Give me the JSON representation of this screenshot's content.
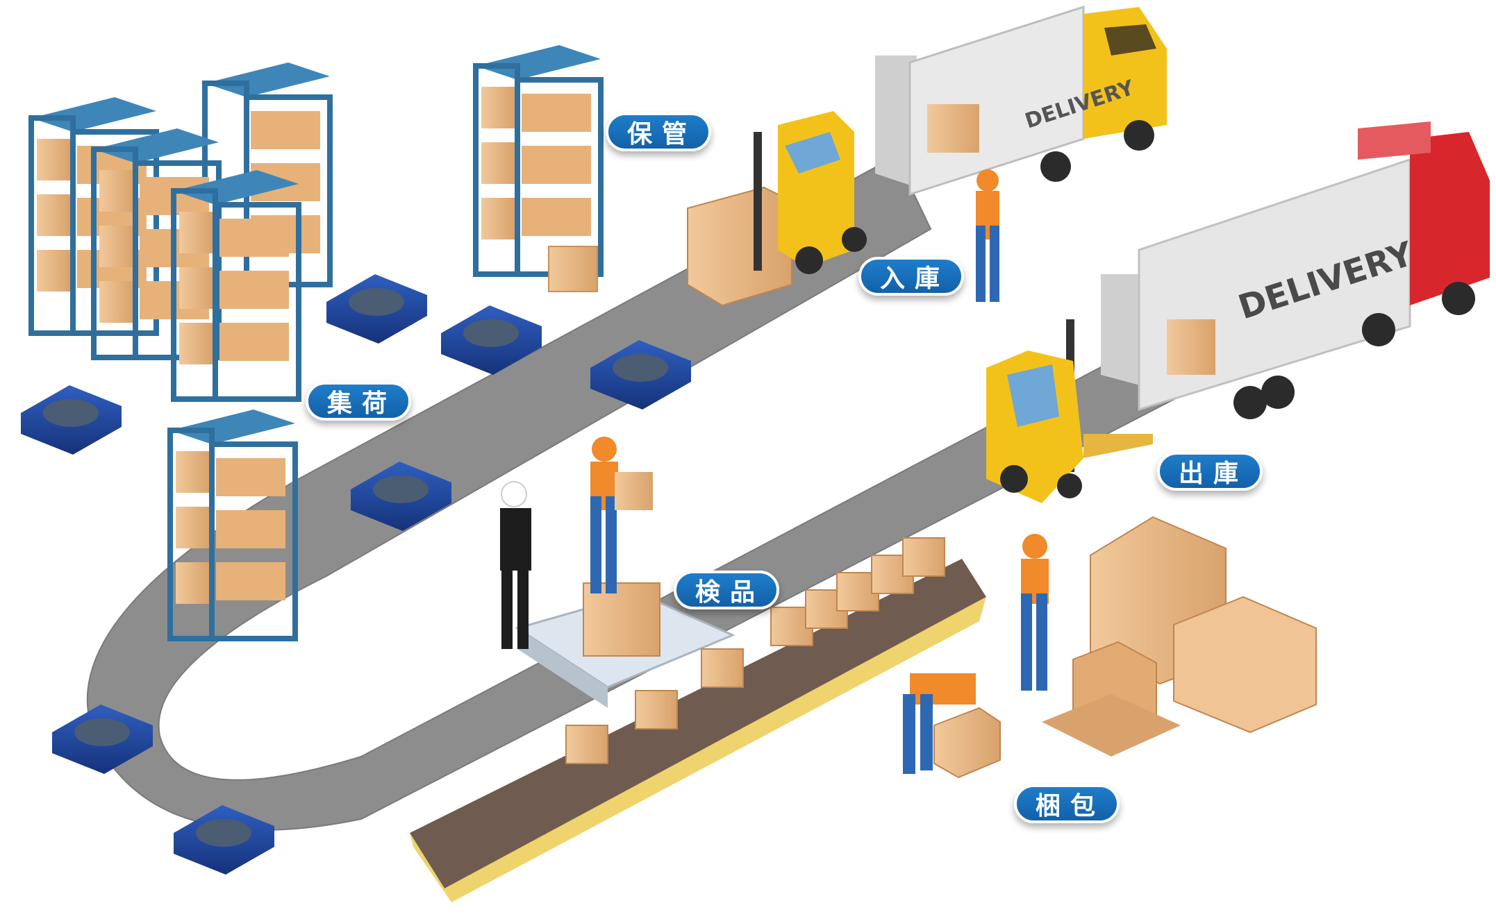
{
  "truck_text": "DELIVERY",
  "colors": {
    "belt": "#8a8a8a",
    "rack_frame": "#3d7fae",
    "box": "#e8b98a",
    "agv": "#1d3f8f",
    "truck_yellow": "#f3c21a",
    "truck_red": "#d8262d",
    "label_blue": "#1565b4"
  },
  "labels": {
    "storage": "保管",
    "receiving": "入庫",
    "picking": "集荷",
    "shipping": "出庫",
    "inspection": "検品",
    "packing": "梱包"
  }
}
